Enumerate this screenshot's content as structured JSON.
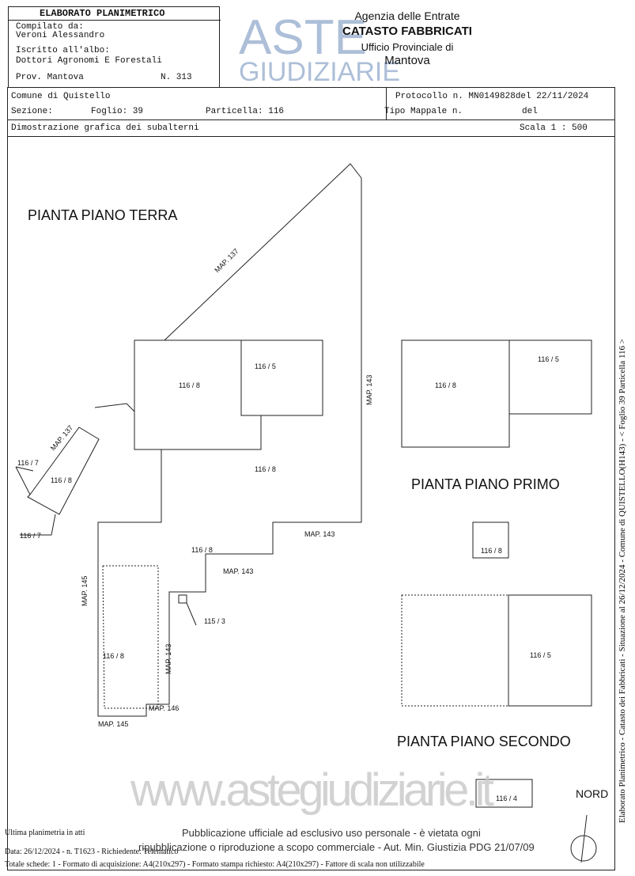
{
  "header": {
    "title": "ELABORATO PLANIMETRICO",
    "compiled_label": "Compilato da:",
    "compiled_name": "Veroni Alessandro",
    "register_label": "Iscritto all'albo:",
    "register_value": "Dottori Agronomi E Forestali",
    "province": "Prov. Mantova",
    "number": "N. 313",
    "agency": "Agenzia delle Entrate",
    "dept": "CATASTO FABBRICATI",
    "office": "Ufficio Provinciale di",
    "city": "Mantova"
  },
  "info": {
    "comune": "Comune di Quistello",
    "sezione": "Sezione:",
    "foglio": "Foglio: 39",
    "particella": "Particella: 116",
    "protocollo": "Protocollo n. MN0149828del  22/11/2024",
    "tipo_mappale": "Tipo Mappale n.",
    "del": "del",
    "description": "Dimostrazione grafica dei subalterni",
    "scale": "Scala 1 : 500"
  },
  "watermark": {
    "aste": "ASTE",
    "giudiziarie": "GIUDIZIARIE",
    "site": "www.astegiudiziarie.it"
  },
  "plan": {
    "floors": {
      "terra": "PIANTA PIANO TERRA",
      "primo": "PIANTA PIANO PRIMO",
      "secondo": "PIANTA PIANO SECONDO"
    },
    "labels": {
      "map137a": "MAP. 137",
      "map137b": "MAP. 137",
      "map143a": "MAP. 143",
      "map143b": "MAP. 143",
      "map143c": "MAP. 143",
      "map143d": "MAP. 143",
      "map145a": "MAP. 145",
      "map145b": "MAP. 145",
      "map146": "MAP. 146",
      "s116_8a": "116 / 8",
      "s116_5a": "116 / 5",
      "s116_8b": "116 / 8",
      "s116_8c": "116 / 8",
      "s116_8d": "116 / 8",
      "s116_8e": "116 / 8",
      "s116_7a": "116 / 7",
      "s116_7b": "116 / 7",
      "s115_3": "115 / 3",
      "p1_116_8": "116 / 8",
      "p1_116_5": "116 / 5",
      "p1_116_8b": "116 / 8",
      "p2_116_5": "116 / 5",
      "p2_116_4": "116 / 4"
    },
    "nord": "NORD"
  },
  "footer": {
    "last_plan": "Ultima planimetria in atti",
    "data": "Data: 26/12/2024 - n. T1623 - Richiedente: Telematico",
    "totals": "Totale schede: 1 - Formato di acquisizione: A4(210x297)  - Formato stampa richiesto: A4(210x297) - Fattore di scala non utilizzabile",
    "notice1": "Pubblicazione ufficiale ad esclusivo uso personale - è vietata ogni",
    "notice2": "ripubblicazione o riproduzione a scopo commerciale - Aut. Min. Giustizia PDG 21/07/09"
  },
  "side_text": "Elaborato Planimetrico - Catasto dei Fabbricati - Situazione al 26/12/2024 - Comune di QUISTELLO(H143) - < Foglio 39 Particella 116 >"
}
